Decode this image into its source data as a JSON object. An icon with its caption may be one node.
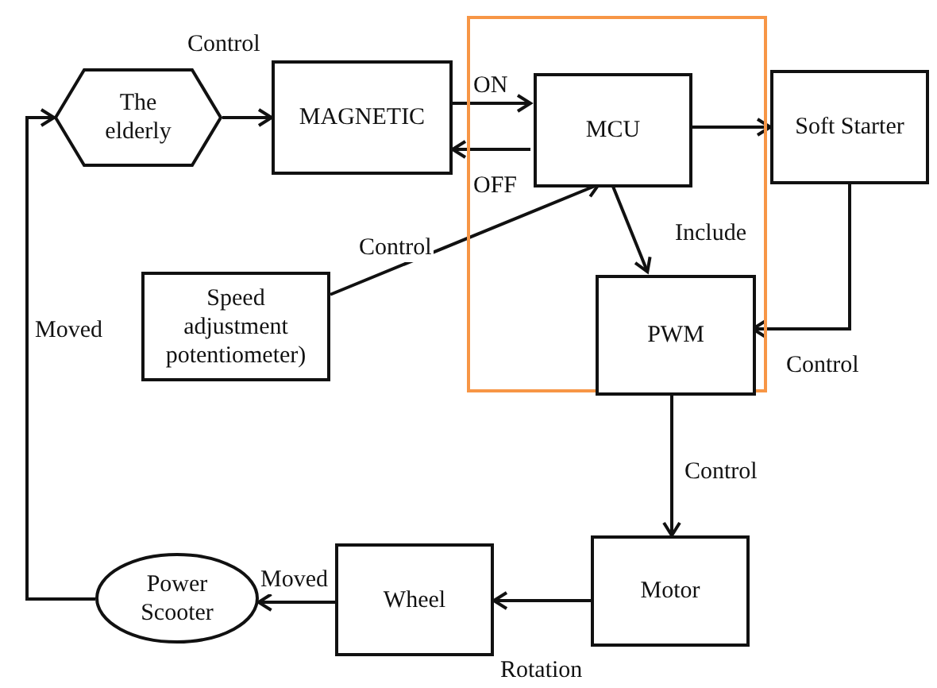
{
  "diagram": {
    "nodes": [
      {
        "text": [
          "The elderly"
        ]
      },
      {
        "text": [
          "MAGNETIC"
        ]
      },
      {
        "text": [],
        "shape": "box"
      },
      {
        "text": [
          "MCU"
        ],
        "in": 2
      },
      {
        "text": [
          "Soft Starter"
        ]
      },
      {
        "text": [
          "Speed adjustment potentiometer)"
        ]
      },
      {
        "text": [
          "PWM"
        ],
        "in": 2
      },
      {
        "text": [
          "Motor"
        ]
      },
      {
        "text": [
          "Wheel"
        ]
      },
      {
        "text": [
          "Power Scooter"
        ]
      }
    ],
    "edges": [
      {
        "from": 0,
        "to": 1,
        "arrow": "to",
        "label": "Control"
      },
      {
        "from": 1,
        "to": 3,
        "arrow": "to",
        "label": "ON"
      },
      {
        "from": 3,
        "to": 1,
        "arrow": "to",
        "label": "OFF"
      },
      {
        "from": 3,
        "to": 4,
        "arrow": "to"
      },
      {
        "from": 5,
        "to": 3,
        "arrow": "to",
        "label": "Control"
      },
      {
        "from": 3,
        "to": 6,
        "arrow": "to",
        "label": "Include"
      },
      {
        "from": 4,
        "to": 6,
        "arrow": "to",
        "label": "Control"
      },
      {
        "from": 6,
        "to": 7,
        "arrow": "to",
        "label": "Control"
      },
      {
        "from": 7,
        "to": 8,
        "arrow": "to",
        "label": "Rotation"
      },
      {
        "from": 8,
        "to": 9,
        "arrow": "to",
        "label": "Moved"
      },
      {
        "from": 9,
        "to": 0,
        "arrow": "to",
        "label": "Moved"
      }
    ]
  }
}
